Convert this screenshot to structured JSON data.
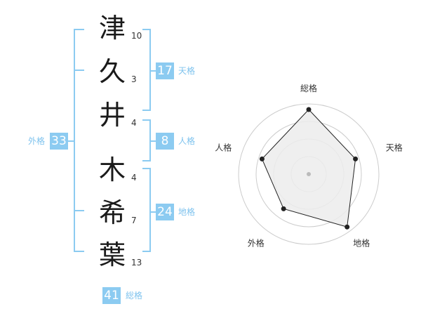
{
  "name_chars": [
    {
      "char": "津",
      "strokes": "10"
    },
    {
      "char": "久",
      "strokes": "3"
    },
    {
      "char": "井",
      "strokes": "4"
    },
    {
      "char": "木",
      "strokes": "4"
    },
    {
      "char": "希",
      "strokes": "7"
    },
    {
      "char": "葉",
      "strokes": "13"
    }
  ],
  "fortunes": {
    "tenkaku": {
      "value": "17",
      "label": "天格"
    },
    "jinkaku": {
      "value": "8",
      "label": "人格"
    },
    "chikaku": {
      "value": "24",
      "label": "地格"
    },
    "gaikaku": {
      "value": "33",
      "label": "外格"
    },
    "soukaku": {
      "value": "41",
      "label": "総格"
    }
  },
  "chart_data": {
    "type": "radar",
    "axes": [
      "総格",
      "天格",
      "地格",
      "外格",
      "人格"
    ],
    "values": [
      0.92,
      0.7,
      0.93,
      0.61,
      0.7
    ],
    "rings": 4,
    "colors": {
      "fill": "#ececec",
      "line": "#222222",
      "ring": "#cccccc",
      "point": "#222222"
    }
  }
}
